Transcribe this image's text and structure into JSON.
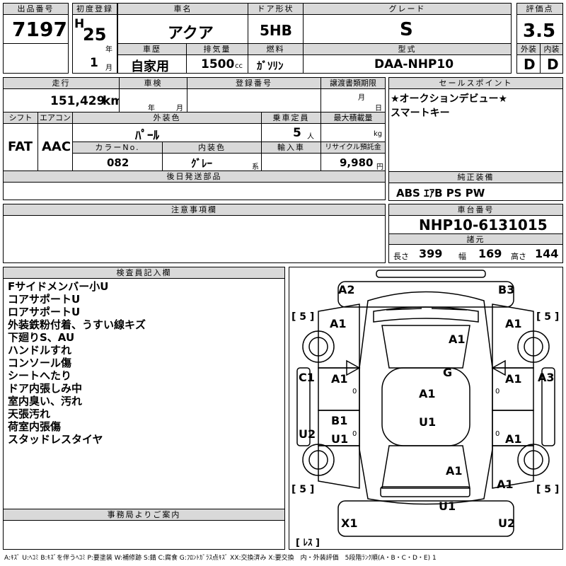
{
  "header": {
    "lot_label": "出品番号",
    "lot_number": "7197",
    "first_reg_label": "初度登録",
    "era": "H",
    "year": "25",
    "year_unit": "年",
    "month": "1",
    "month_unit": "月",
    "car_name_label": "車名",
    "car_name": "アクア",
    "door_label": "ドア形状",
    "door": "5HB",
    "grade_label": "グレード",
    "grade": "S",
    "score_label": "評価点",
    "score": "3.5",
    "history_label": "車歴",
    "history": "自家用",
    "displacement_label": "排気量",
    "displacement": "1500",
    "displacement_unit": "cc",
    "fuel_label": "燃料",
    "fuel": "ｶﾞｿﾘﾝ",
    "model_label": "型式",
    "model": "DAA-NHP10",
    "exterior_label": "外装",
    "exterior": "D",
    "interior_label": "内装",
    "interior": "D"
  },
  "row2": {
    "mileage_label": "走行",
    "mileage": "151,429",
    "mileage_unit": "km",
    "inspection_label": "車検",
    "insp_year_unit": "年",
    "insp_month_unit": "月",
    "reg_number_label": "登録番号",
    "transfer_label": "譲渡書類期限",
    "transfer_month_unit": "月",
    "transfer_day_unit": "日",
    "sales_point_label": "セールスポイント",
    "sales_points": [
      "★オークションデビュー★",
      "スマートキー"
    ],
    "shift_label": "シフト",
    "shift": "FAT",
    "ac_label": "エアコン",
    "ac": "AAC",
    "color_label": "外装色",
    "color": "ﾊﾟｰﾙ",
    "capacity_label": "乗車定員",
    "capacity": "5",
    "capacity_unit": "人",
    "weight_label": "最大積載量",
    "weight_unit": "kg",
    "color_no_label": "カラーNo.",
    "color_no": "082",
    "int_color_label": "内装色",
    "int_color": "ｸﾞﾚｰ",
    "int_color_unit": "系",
    "import_label": "輸入車",
    "recycle_label": "リサイクル預託金",
    "recycle": "9,980",
    "recycle_unit": "円",
    "later_parts_label": "後日発送部品",
    "equipment_label": "純正装備",
    "equipment": "ABS ｴｱB PS PW"
  },
  "notes": {
    "caution_label": "注意事項欄",
    "chassis_label": "車台番号",
    "chassis": "NHP10-6131015",
    "dims_label": "諸元",
    "length_label": "長さ",
    "length": "399",
    "width_label": "幅",
    "width": "169",
    "height_label": "高さ",
    "height": "144",
    "inspector_label": "検査員記入欄",
    "inspector_lines": [
      "Fサイドメンバー小U",
      "コアサポートU",
      "ロアサポートU",
      "外装鉄粉付着、うすい線キズ",
      "下廻りS、AU",
      "ハンドルすれ",
      "コンソール傷",
      "シートへたり",
      "ドア内張しみ中",
      "室内臭い、汚れ",
      "天張汚れ",
      "荷室内張傷",
      "スタッドレスタイヤ"
    ],
    "office_label": "事務局よりご案内"
  },
  "diagram": {
    "marks": {
      "a2": "A2",
      "b3": "B3",
      "a1_fl": "A1",
      "a1_fr": "A1",
      "a1_hood": "A1",
      "g": "G",
      "c1": "C1",
      "a1_dl": "A1",
      "a1_roof": "A1",
      "a1_dr": "A1",
      "a3": "A3",
      "b1": "B1",
      "u1_l": "U1",
      "u1_roof": "U1",
      "u2_l": "U2",
      "a1_rdr": "A1",
      "a1_trunk": "A1",
      "a1_rr": "A1",
      "u1_rear": "U1",
      "x1": "X1",
      "u2_r": "U2"
    },
    "tire_values": {
      "fl": "[ 5 ]",
      "fr": "[ 5 ]",
      "rl": "[ 5 ]",
      "rr": "[ 5 ]",
      "spare": "[ ﾚｽ ]"
    },
    "zeros": [
      "0",
      "0",
      "0",
      "0"
    ]
  },
  "footer": "A:ｷｽﾞ U:ﾍｺﾐ B:ｷｽﾞを伴うﾍｺﾐ P:要塗装 W:補修跡 S:錆 C:腐食 G:ﾌﾛﾝﾄｶﾞﾗｽ点ｷｽﾞ XX:交換済み X:要交換　内・外装評価　5段階ﾗﾝｸ順(A・B・C・D・E) 1"
}
